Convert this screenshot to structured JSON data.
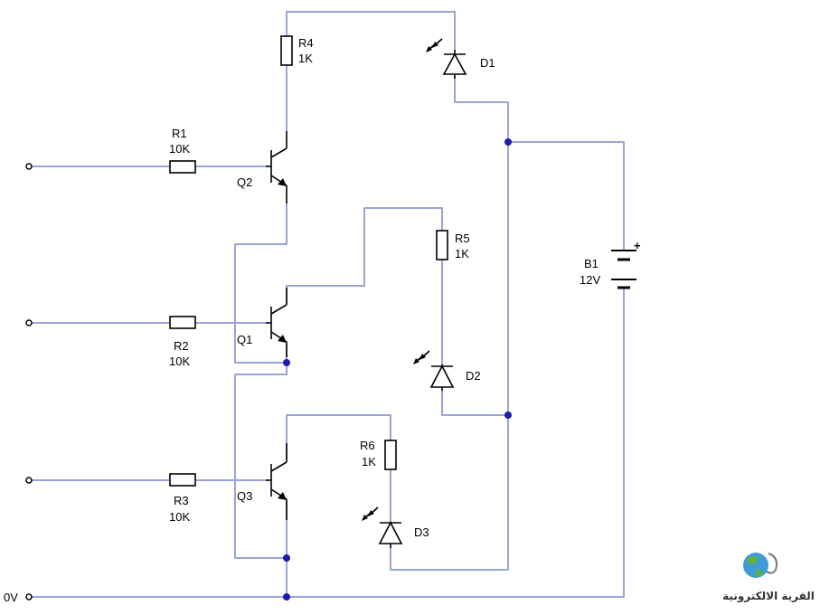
{
  "components": {
    "R1": {
      "ref": "R1",
      "value": "10K"
    },
    "R2": {
      "ref": "R2",
      "value": "10K"
    },
    "R3": {
      "ref": "R3",
      "value": "10K"
    },
    "R4": {
      "ref": "R4",
      "value": "1K"
    },
    "R5": {
      "ref": "R5",
      "value": "1K"
    },
    "R6": {
      "ref": "R6",
      "value": "1K"
    },
    "Q1": {
      "ref": "Q1"
    },
    "Q2": {
      "ref": "Q2"
    },
    "Q3": {
      "ref": "Q3"
    },
    "D1": {
      "ref": "D1"
    },
    "D2": {
      "ref": "D2"
    },
    "D3": {
      "ref": "D3"
    },
    "B1": {
      "ref": "B1",
      "value": "12V",
      "polarity": "+"
    }
  },
  "ground_label": "0V",
  "logo": {
    "text": "القرية الالكترونية"
  },
  "colors": {
    "wire": "#9aa4d8",
    "junction": "#1a1ab0",
    "component": "#000000"
  }
}
